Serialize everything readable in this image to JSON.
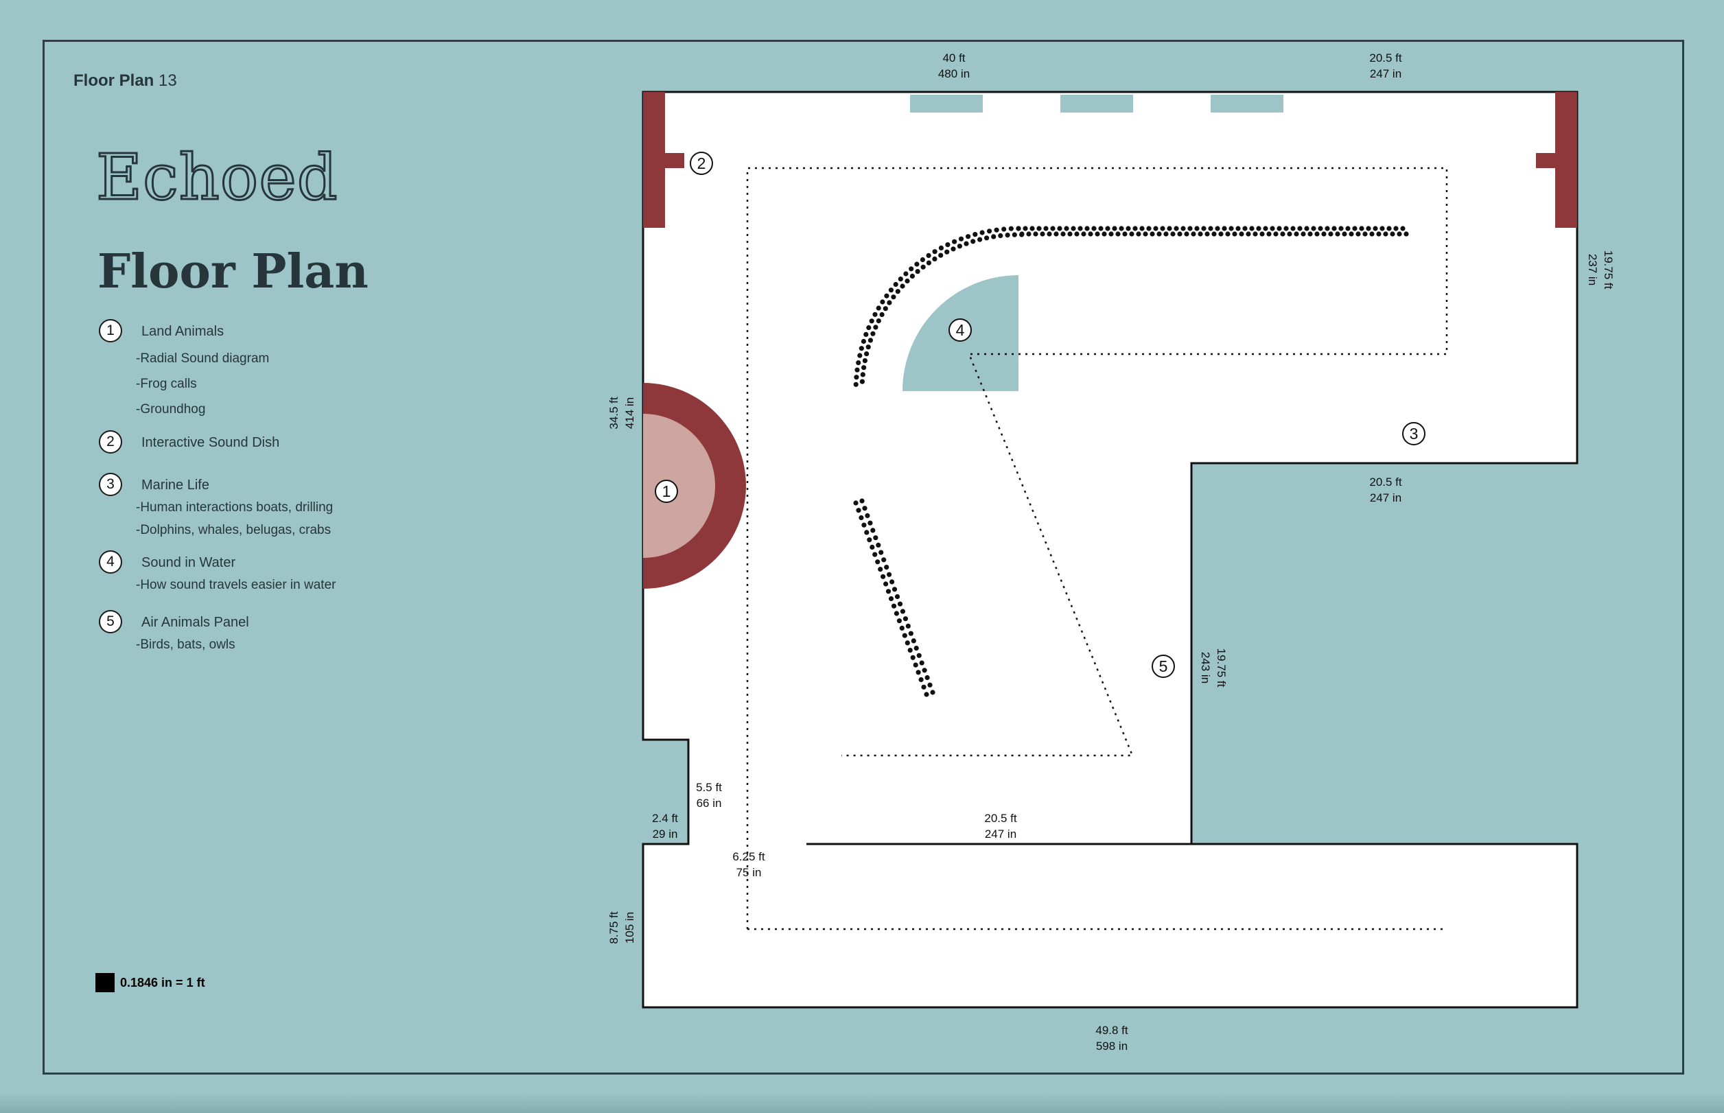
{
  "page": {
    "label": "Floor Plan",
    "number": "13"
  },
  "brand": "Echoed",
  "title": "Floor Plan",
  "legend": [
    {
      "num": "1",
      "name": "Land Animals",
      "items": [
        "-Radial Sound diagram",
        "-Frog calls",
        "-Groundhog"
      ]
    },
    {
      "num": "2",
      "name": "Interactive Sound Dish",
      "items": []
    },
    {
      "num": "3",
      "name": "Marine Life",
      "items": [
        "-Human interactions boats, drilling",
        "-Dolphins, whales, belugas, crabs"
      ]
    },
    {
      "num": "4",
      "name": "Sound in Water",
      "items": [
        "-How sound travels easier in water"
      ]
    },
    {
      "num": "5",
      "name": "Air Animals Panel",
      "items": [
        "-Birds, bats, owls"
      ]
    }
  ],
  "scale": "0.1846 in = 1 ft",
  "dimensions": {
    "top_left_ft": "40 ft",
    "top_left_in": "480 in",
    "top_right_ft": "20.5 ft",
    "top_right_in": "247 in",
    "right_ft": "19.75 ft",
    "right_in": "237 in",
    "left_ft": "34.5 ft",
    "left_in": "414 in",
    "mid_right_ft": "20.5 ft",
    "mid_right_in": "247 in",
    "inner_ft": "19.75 ft",
    "inner_in": "243 in",
    "notch_h_ft": "5.5 ft",
    "notch_h_in": "66 in",
    "notch_w_ft": "2.4 ft",
    "notch_w_in": "29 in",
    "gap_ft": "6.25 ft",
    "gap_in": "75 in",
    "lower_top_ft": "20.5 ft",
    "lower_top_in": "247 in",
    "lower_left_ft": "8.75 ft",
    "lower_left_in": "105 in",
    "bottom_ft": "49.8 ft",
    "bottom_in": "598 in"
  },
  "markers": {
    "m1": "1",
    "m2": "2",
    "m3": "3",
    "m4": "4",
    "m5": "5"
  },
  "colors": {
    "background": "#9dc4c6",
    "wall_red": "#8f383b",
    "circle_inner": "#cda6a1",
    "water": "#9dc4c6",
    "ink": "#26363a"
  }
}
